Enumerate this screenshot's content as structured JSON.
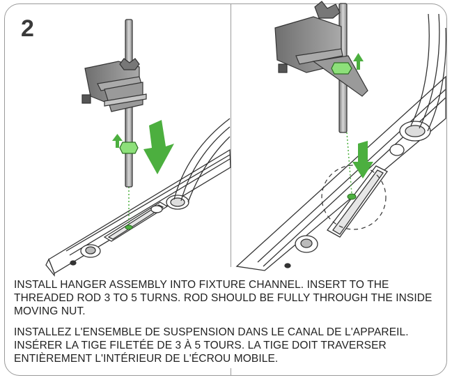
{
  "step": {
    "number": "2"
  },
  "instructions": {
    "english": "INSTALL HANGER ASSEMBLY INTO FIXTURE CHANNEL. INSERT TO THE THREADED ROD 3 TO 5 TURNS. ROD SHOULD BE FULLY THROUGH THE INSIDE MOVING NUT.",
    "french": "INSTALLEZ L'ENSEMBLE DE SUSPENSION DANS LE CANAL DE L'APPAREIL. INSÉRER LA TIGE FILETÉE DE 3 À 5 TOURS. LA TIGE DOIT TRAVERSER ENTIÈREMENT L'INTÉRIEUR DE L'ÉCROU MOBILE."
  },
  "colors": {
    "accent_green": "#4caf3f",
    "line": "#333333",
    "bracket_gray": "#8c8c8c",
    "rod_gray": "#a8a8a8"
  }
}
